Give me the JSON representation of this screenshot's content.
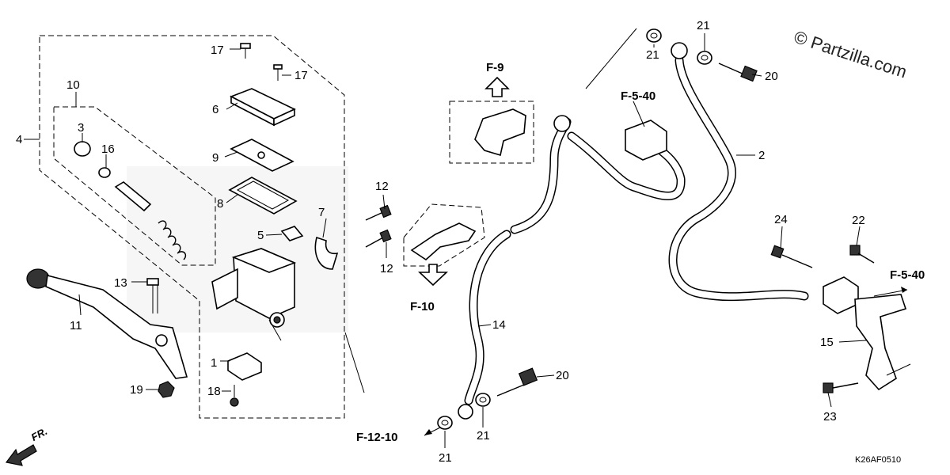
{
  "watermark": "© Partzilla.com",
  "diagram_code": "K26AF0510",
  "front_label": "FR.",
  "refs": {
    "f9": "F-9",
    "f10": "F-10",
    "f540_top": "F-5-40",
    "f540_right": "F-5-40",
    "f1210": "F-12-10"
  },
  "callouts": {
    "c1": "1",
    "c2": "2",
    "c3": "3",
    "c4": "4",
    "c5": "5",
    "c6": "6",
    "c7": "7",
    "c8": "8",
    "c9": "9",
    "c10": "10",
    "c11": "11",
    "c12a": "12",
    "c12b": "12",
    "c13": "13",
    "c14": "14",
    "c15": "15",
    "c16": "16",
    "c17a": "17",
    "c17b": "17",
    "c18": "18",
    "c19": "19",
    "c20a": "20",
    "c20b": "20",
    "c21a": "21",
    "c21b": "21",
    "c21c": "21",
    "c21d": "21",
    "c22": "22",
    "c23": "23",
    "c24": "24"
  }
}
